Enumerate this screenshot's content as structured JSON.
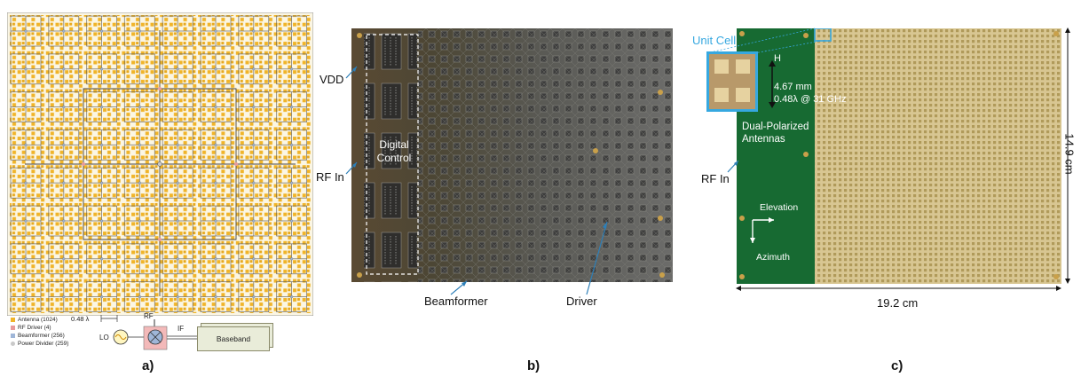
{
  "panel_a": {
    "label": "a)",
    "legend": [
      {
        "text": "Antenna (1024)",
        "color": "#f0b429"
      },
      {
        "text": "RF Driver (4)",
        "color": "#e89a9a"
      },
      {
        "text": "Beamformer (256)",
        "color": "#9fb6d8"
      },
      {
        "text": "Power Divider (259)",
        "color": "#c9c9c9"
      }
    ],
    "spacing_label": "0.48 λ",
    "rf_label": "RF",
    "lo_label": "LO",
    "if_label": "IF",
    "baseband_label": "Baseband"
  },
  "panel_b": {
    "label": "b)",
    "vdd": "VDD",
    "rf_in": "RF In",
    "digital_control": "Digital Control",
    "beamformer": "Beamformer",
    "driver": "Driver"
  },
  "panel_c": {
    "label": "c)",
    "unit_cell": "Unit Cell",
    "h_label": "H",
    "dim_mm": "4.67 mm",
    "dim_lambda": "0.48λ @ 31 GHz",
    "dual_pol": "Dual-Polarized Antennas",
    "rf_in": "RF In",
    "elevation": "Elevation",
    "azimuth": "Azimuth",
    "width": "19.2 cm",
    "height": "14.9 cm"
  }
}
